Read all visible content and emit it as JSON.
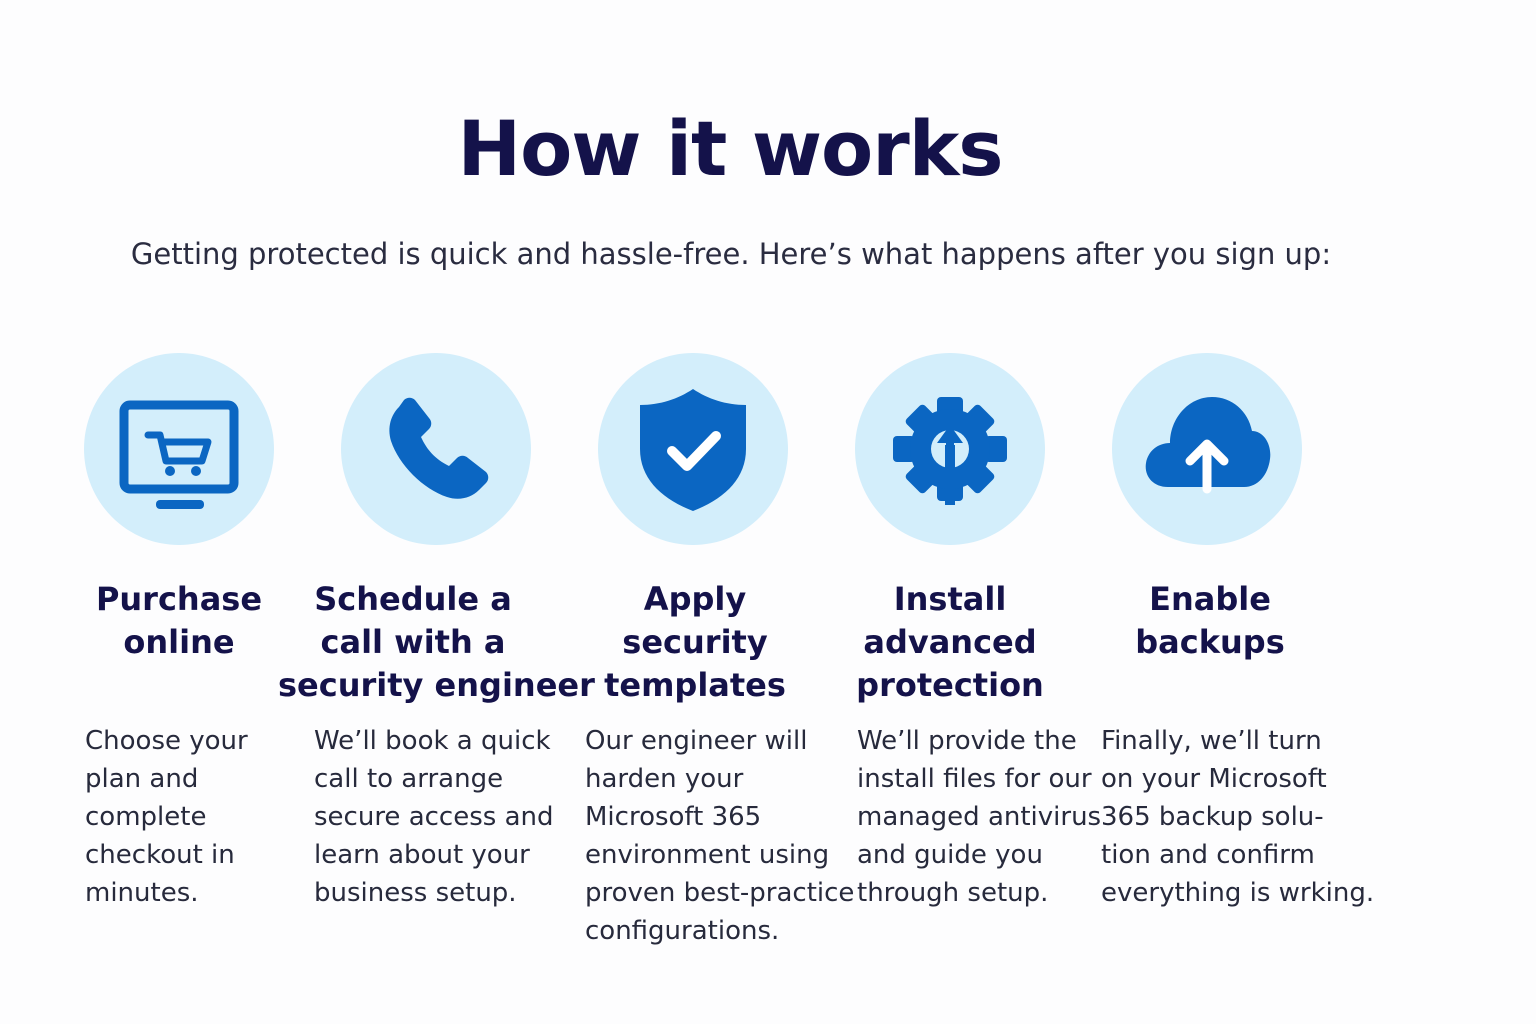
{
  "header": {
    "title": "How it works",
    "subtitle": "Getting protected is quick and hassle-free. Here’s what happens after you sign up:"
  },
  "colors": {
    "heading": "#14124a",
    "icon_bg": "#d3eefb",
    "icon_fg": "#0b66c2",
    "body_text": "#272a3c"
  },
  "steps": [
    {
      "icon": "monitor-cart-icon",
      "title_lines": [
        "Purchase",
        "online"
      ],
      "desc_lines": [
        "Choose your",
        "plan and",
        "complete",
        "checkout in",
        "minutes."
      ]
    },
    {
      "icon": "phone-icon",
      "title_lines": [
        "Schedule a",
        "call with a",
        "security engineer"
      ],
      "desc_lines": [
        "We’ll book a quick",
        "call to arrange",
        "secure access and",
        "learn about your",
        "business setup."
      ]
    },
    {
      "icon": "shield-check-icon",
      "title_lines": [
        "Apply",
        "security",
        "templates"
      ],
      "desc_lines": [
        "Our engineer will",
        "harden your",
        "Microsoft 365",
        "environment using",
        "proven best-practice",
        "configurations."
      ]
    },
    {
      "icon": "gear-arrow-icon",
      "title_lines": [
        "Install",
        "advanced",
        "protection"
      ],
      "desc_lines": [
        "We’ll provide the",
        "install files for our",
        "managed antivirus",
        "and guide you",
        "through setup."
      ]
    },
    {
      "icon": "cloud-upload-icon",
      "title_lines": [
        "Enable",
        "backups"
      ],
      "desc_lines": [
        "Finally, we’ll turn",
        "on your Microsoft",
        "365 backup solu-",
        "tion and confirm",
        "everything is wrking."
      ]
    }
  ]
}
